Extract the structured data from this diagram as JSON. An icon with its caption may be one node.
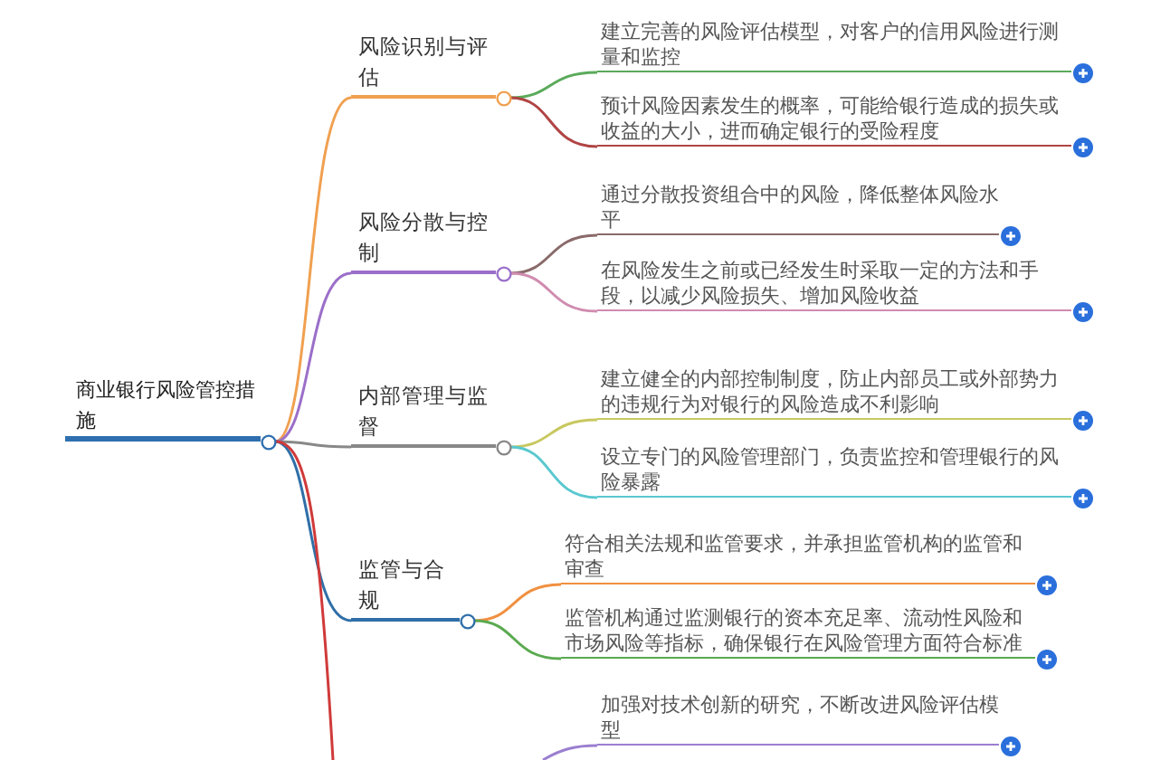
{
  "diagram": {
    "nodes": [
      {
        "text": [
          "商业银行风险管控措施"
        ]
      },
      {
        "text": [
          "风险识别与评估"
        ]
      },
      {
        "text": [
          "风险分散与控制"
        ]
      },
      {
        "text": [
          "内部管理与监督"
        ]
      },
      {
        "text": [
          "监管与合规"
        ]
      },
      {
        "text": [
          "建立完善的风险评估模型，对客户的信用风险进行测量和监控"
        ]
      },
      {
        "text": [
          "预计风险因素发生的概率，可能给银行造成的损失或收益的大小，进而确定银行的受险程度"
        ]
      },
      {
        "text": [
          "通过分散投资组合中的风险，降低整体风险水平"
        ]
      },
      {
        "text": [
          "在风险发生之前或已经发生时采取一定的方法和手段，以减少风险损失、增加风险收益"
        ]
      },
      {
        "text": [
          "建立健全的内部控制制度，防止内部员工或外部势力的违规行为对银行的风险造成不利影响"
        ]
      },
      {
        "text": [
          "设立专门的风险管理部门，负责监控和管理银行的风险暴露"
        ]
      },
      {
        "text": [
          "符合相关法规和监管要求，并承担监管机构的监管和审查"
        ]
      },
      {
        "text": [
          "监管机构通过监测银行的资本充足率、流动性风险和市场风险等指标，确保银行在风险管理方面符合标准"
        ]
      },
      {
        "text": [
          "加强对技术创新的研究，不断改进风险评估模型"
        ]
      }
    ],
    "edges": [
      {
        "from": 0,
        "to": 1,
        "arrow": "none",
        "color": "#f0a050"
      },
      {
        "from": 0,
        "to": 2,
        "arrow": "none",
        "color": "#9b6fc9"
      },
      {
        "from": 0,
        "to": 3,
        "arrow": "none",
        "color": "#888888"
      },
      {
        "from": 0,
        "to": 4,
        "arrow": "none",
        "color": "#2f6fa8"
      },
      {
        "from": 0,
        "to": null,
        "arrow": "none",
        "color": "#d03a3a"
      },
      {
        "from": 1,
        "to": 5,
        "arrow": "none",
        "color": "#5aaa5a"
      },
      {
        "from": 1,
        "to": 6,
        "arrow": "none",
        "color": "#b04444"
      },
      {
        "from": 2,
        "to": 7,
        "arrow": "none",
        "color": "#8a6a6a"
      },
      {
        "from": 2,
        "to": 8,
        "arrow": "none",
        "color": "#d08cb0"
      },
      {
        "from": 3,
        "to": 9,
        "arrow": "none",
        "color": "#c8c860"
      },
      {
        "from": 3,
        "to": 10,
        "arrow": "none",
        "color": "#5ac8d0"
      },
      {
        "from": 4,
        "to": 11,
        "arrow": "none",
        "color": "#f09040"
      },
      {
        "from": 4,
        "to": 12,
        "arrow": "none",
        "color": "#5aaa50"
      },
      {
        "from": null,
        "to": 13,
        "arrow": "none",
        "color": "#9b7fd0"
      }
    ]
  }
}
